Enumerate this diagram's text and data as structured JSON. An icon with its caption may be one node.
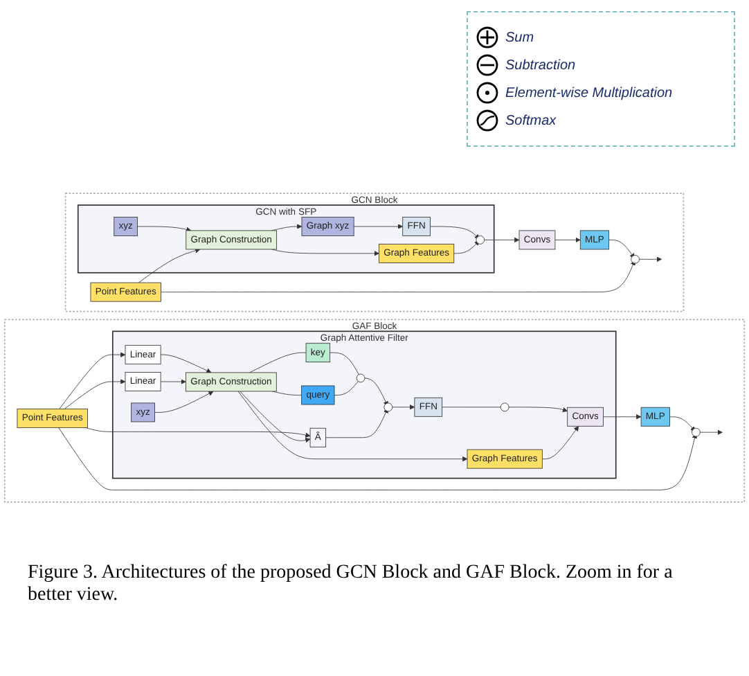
{
  "diagram": {
    "caption": "Figure 3. Architectures of the proposed GCN Block and GAF Block. Zoom in for a better view.",
    "nodes": [
      {
        "text": [
          "GCN Block"
        ]
      },
      {
        "text": [
          "GCN with SFP"
        ],
        "in": 0
      },
      {
        "text": [
          "Point Features"
        ],
        "in": 0
      },
      {
        "text": [
          "xyz"
        ],
        "in": 1
      },
      {
        "text": [
          "Graph Construction"
        ],
        "in": 1
      },
      {
        "text": [
          "Graph xyz"
        ],
        "in": 1
      },
      {
        "text": [
          "FFN"
        ],
        "in": 1
      },
      {
        "text": [
          "Graph Features"
        ],
        "in": 1
      },
      {
        "text": [],
        "shape": "circle",
        "in": 1
      },
      {
        "text": [
          "Convs"
        ],
        "in": 0
      },
      {
        "text": [
          "MLP"
        ],
        "in": 0
      },
      {
        "text": [],
        "shape": "circle",
        "in": 0
      },
      {
        "text": [
          "GAF Block"
        ]
      },
      {
        "text": [
          "Graph Attentive Filter"
        ],
        "in": 12
      },
      {
        "text": [
          "Point Features"
        ],
        "in": 12
      },
      {
        "text": [
          "Linear"
        ],
        "in": 13
      },
      {
        "text": [
          "Linear"
        ],
        "in": 13
      },
      {
        "text": [
          "xyz"
        ],
        "in": 13
      },
      {
        "text": [
          "Graph Construction"
        ],
        "in": 13
      },
      {
        "text": [
          "key"
        ],
        "in": 13
      },
      {
        "text": [
          "query"
        ],
        "in": 13
      },
      {
        "text": [],
        "shape": "circle",
        "in": 13
      },
      {
        "text": [
          "Â"
        ],
        "in": 13
      },
      {
        "text": [],
        "shape": "circle",
        "in": 13
      },
      {
        "text": [
          "FFN"
        ],
        "in": 13
      },
      {
        "text": [],
        "shape": "circle",
        "in": 13
      },
      {
        "text": [
          "Graph Features"
        ],
        "in": 13
      },
      {
        "text": [
          "Convs"
        ],
        "in": 13
      },
      {
        "text": [
          "MLP"
        ],
        "in": 12
      },
      {
        "text": [],
        "shape": "circle",
        "in": 12
      }
    ],
    "edges": [
      {
        "from": 2,
        "to": 4,
        "arrow": "to"
      },
      {
        "from": 3,
        "to": 4,
        "arrow": "to"
      },
      {
        "from": 4,
        "to": 5,
        "arrow": "to"
      },
      {
        "from": 5,
        "to": 6,
        "arrow": "to"
      },
      {
        "from": 6,
        "to": 8,
        "arrow": "to"
      },
      {
        "from": 4,
        "to": 7,
        "arrow": "to"
      },
      {
        "from": 7,
        "to": 8,
        "arrow": "to"
      },
      {
        "from": 8,
        "to": 9,
        "arrow": "to"
      },
      {
        "from": 9,
        "to": 10,
        "arrow": "to"
      },
      {
        "from": 10,
        "to": 11,
        "arrow": "to"
      },
      {
        "from": 2,
        "to": 11,
        "arrow": "to"
      },
      {
        "from": 11,
        "to": null,
        "arrow": "to"
      },
      {
        "from": 14,
        "to": 15,
        "arrow": "to"
      },
      {
        "from": 14,
        "to": 16,
        "arrow": "to"
      },
      {
        "from": 15,
        "to": 18,
        "arrow": "to"
      },
      {
        "from": 16,
        "to": 18,
        "arrow": "to"
      },
      {
        "from": 17,
        "to": 18,
        "arrow": "to"
      },
      {
        "from": 14,
        "to": 22,
        "arrow": "to"
      },
      {
        "from": 18,
        "to": 22,
        "arrow": "to"
      },
      {
        "from": 18,
        "to": 19,
        "arrow": "none"
      },
      {
        "from": 18,
        "to": 20,
        "arrow": "none"
      },
      {
        "from": 19,
        "to": 21,
        "arrow": "none"
      },
      {
        "from": 20,
        "to": 21,
        "arrow": "none"
      },
      {
        "from": 21,
        "to": 23,
        "arrow": "to"
      },
      {
        "from": 22,
        "to": 23,
        "arrow": "to"
      },
      {
        "from": 23,
        "to": 24,
        "arrow": "to"
      },
      {
        "from": 24,
        "to": 25,
        "arrow": "none"
      },
      {
        "from": 25,
        "to": 27,
        "arrow": "to"
      },
      {
        "from": 18,
        "to": 26,
        "arrow": "to"
      },
      {
        "from": 26,
        "to": 27,
        "arrow": "to"
      },
      {
        "from": 27,
        "to": 28,
        "arrow": "to"
      },
      {
        "from": 28,
        "to": 29,
        "arrow": "to"
      },
      {
        "from": 14,
        "to": 29,
        "arrow": "to"
      },
      {
        "from": 29,
        "to": null,
        "arrow": "to"
      }
    ],
    "legend": [
      {
        "text": "Sum"
      },
      {
        "text": "Subtraction"
      },
      {
        "text": "Element-wise Multiplication"
      },
      {
        "text": "Softmax"
      }
    ]
  }
}
